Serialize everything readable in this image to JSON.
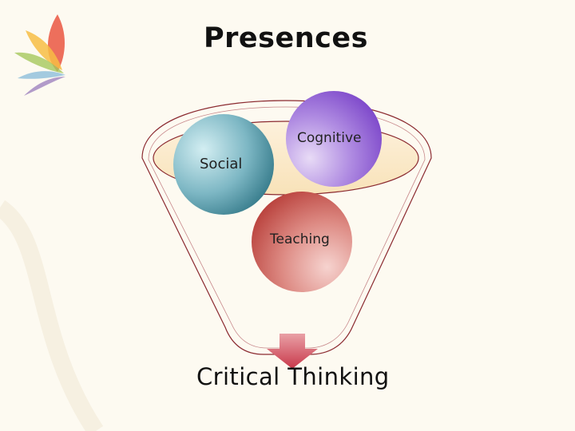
{
  "title": "Presences",
  "circles": {
    "social": "Social",
    "cognitive": "Cognitive",
    "teaching": "Teaching"
  },
  "outcome": "Critical Thinking",
  "colors": {
    "background": "#fdfaf1",
    "funnel_outline": "#8b2a30",
    "rim_fill": "#fbe9c8",
    "social": "#3f8b9b",
    "cognitive": "#8a5bd0",
    "teaching": "#c9524e",
    "arrow": "#d24c5a"
  }
}
